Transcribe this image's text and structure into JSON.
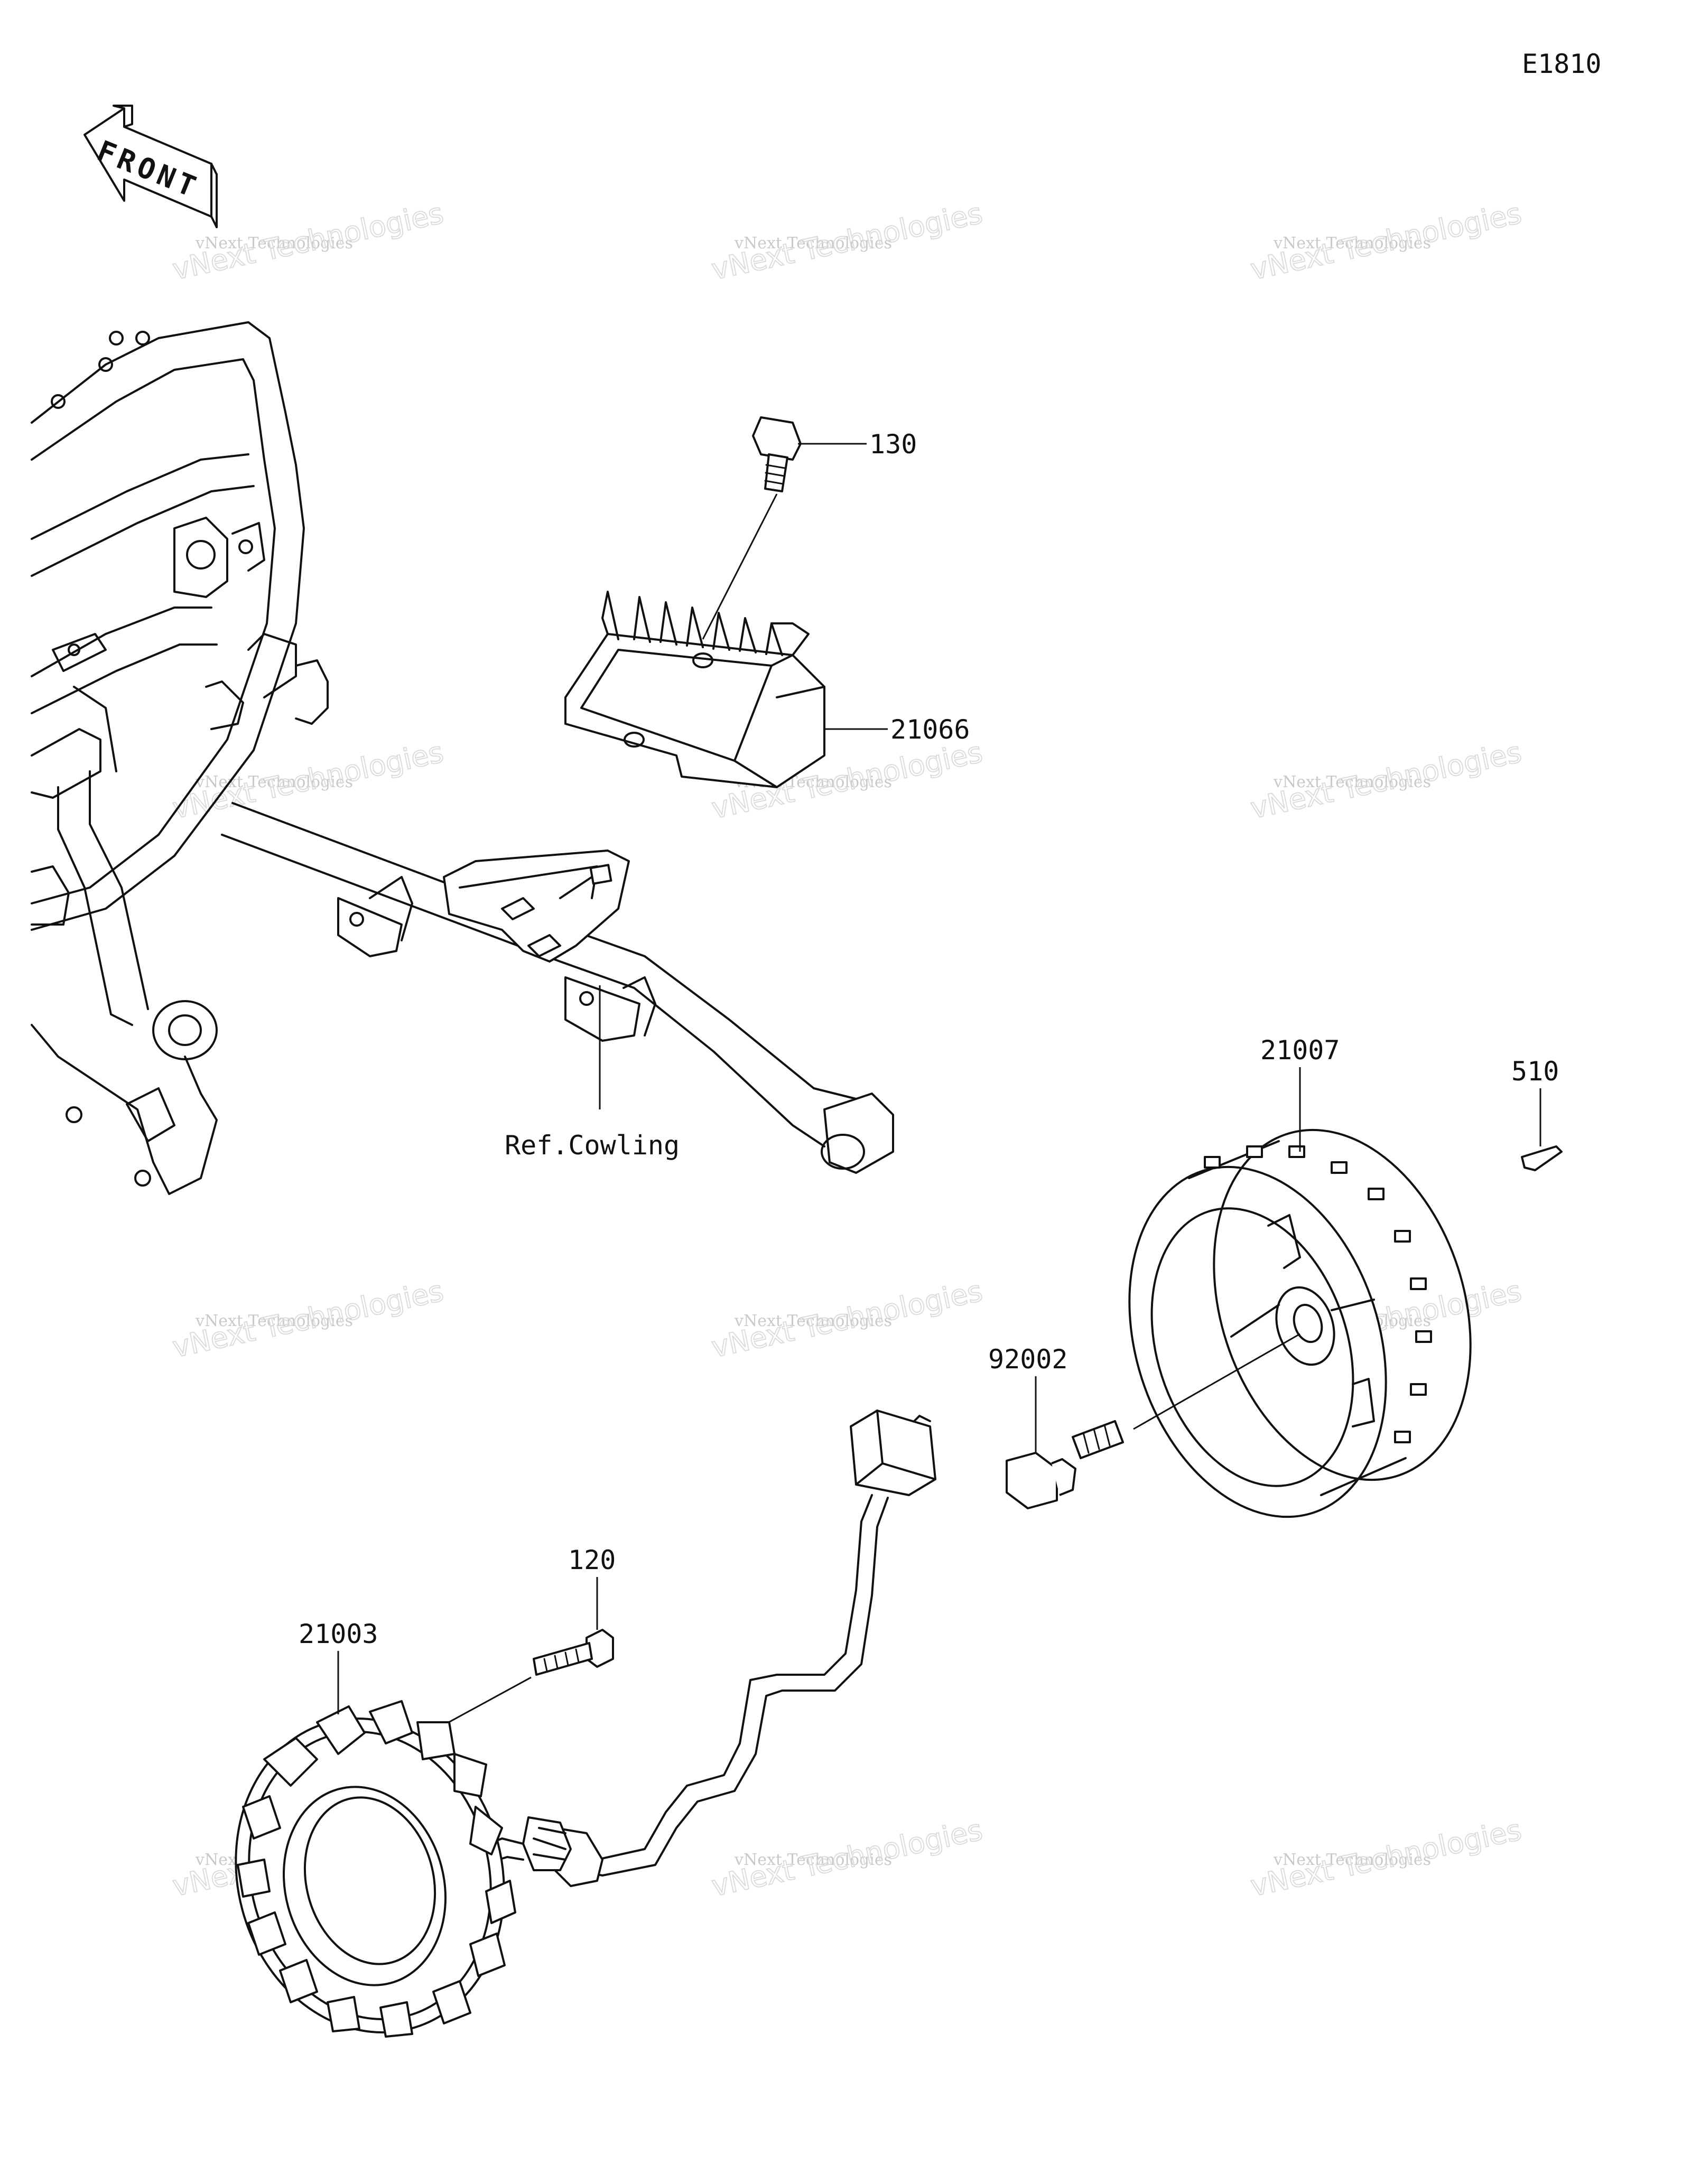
{
  "diagram_code": "E1810",
  "front_label": "FRONT",
  "ref_label": "Ref.Cowling",
  "parts": [
    {
      "id": "p130",
      "number": "130"
    },
    {
      "id": "p21066",
      "number": "21066"
    },
    {
      "id": "p21007",
      "number": "21007"
    },
    {
      "id": "p510",
      "number": "510"
    },
    {
      "id": "p92002",
      "number": "92002"
    },
    {
      "id": "p120",
      "number": "120"
    },
    {
      "id": "p21003",
      "number": "21003"
    }
  ],
  "watermark": {
    "line1": "vNext Technologies",
    "line2": "vNext Technologies"
  }
}
